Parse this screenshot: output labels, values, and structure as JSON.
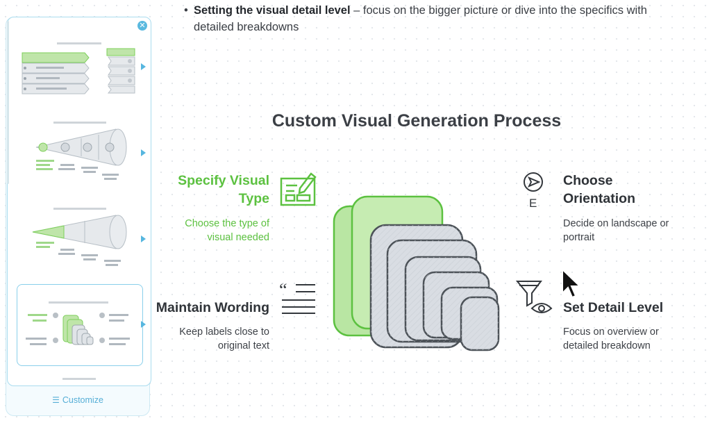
{
  "bullet": {
    "bold": "Setting the visual detail level",
    "rest": " – focus on the bigger picture or dive into the specifics with detailed breakdowns"
  },
  "panel": {
    "customize_label": "Customize",
    "thumbnails": [
      "layered-arrows",
      "cone-with-circles",
      "cone-funnel",
      "stacked-squares"
    ],
    "selected_index": 3
  },
  "visual": {
    "title": "Custom Visual Generation Process",
    "items": [
      {
        "title_line1": "Specify Visual",
        "title_line2": "Type",
        "desc_line1": "Choose the type of",
        "desc_line2": "visual needed"
      },
      {
        "title_line1": "Choose",
        "title_line2": "Orientation",
        "desc_line1": "Decide on landscape or",
        "desc_line2": "portrait"
      },
      {
        "title_line1": "Maintain Wording",
        "desc_line1": "Keep labels close to",
        "desc_line2": "original text"
      },
      {
        "title_line1": "Set Detail Level",
        "desc_line1": "Focus on overview or",
        "desc_line2": "detailed breakdown"
      }
    ]
  },
  "colors": {
    "green": "#5cc140",
    "accent": "#56b6df",
    "gray_layer": "#d9dde3"
  }
}
